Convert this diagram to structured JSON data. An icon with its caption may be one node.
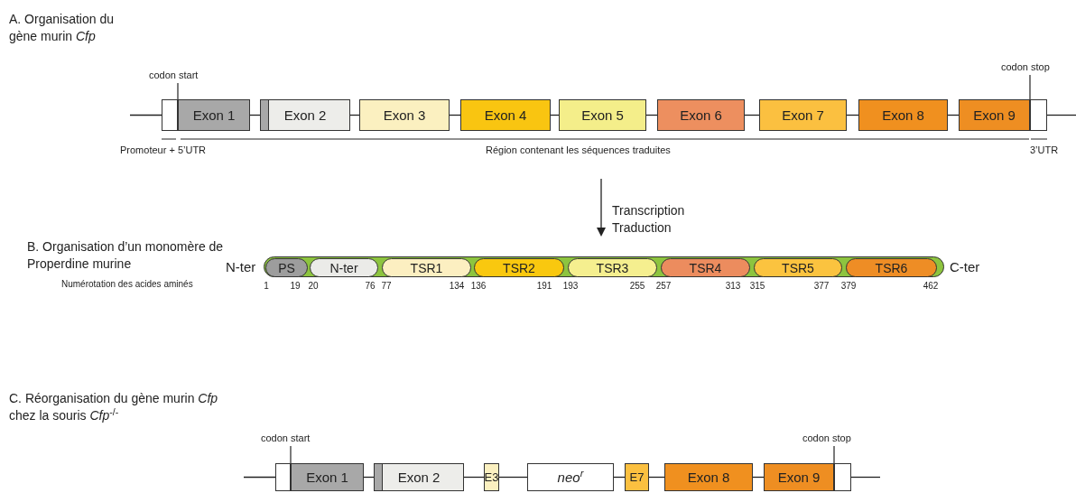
{
  "diagram": {
    "nodes": [
      {
        "text": [],
        "shape": "box"
      },
      {
        "text": [
          "Exon 1"
        ]
      },
      {
        "text": [
          "Exon 2"
        ]
      },
      {
        "text": [
          "Exon 3"
        ]
      },
      {
        "text": [
          "Exon 4"
        ]
      },
      {
        "text": [
          "Exon 5"
        ]
      },
      {
        "text": [
          "Exon 6"
        ]
      },
      {
        "text": [
          "Exon 7"
        ]
      },
      {
        "text": [
          "Exon 8"
        ]
      },
      {
        "text": [
          "Exon 9"
        ]
      },
      {
        "text": [],
        "shape": "box"
      },
      {
        "text": [],
        "shape": "bar"
      },
      {
        "text": [
          "PS"
        ],
        "in": 11
      },
      {
        "text": [
          "N-ter"
        ],
        "in": 11
      },
      {
        "text": [
          "TSR1"
        ],
        "in": 11
      },
      {
        "text": [
          "TSR2"
        ],
        "in": 11
      },
      {
        "text": [
          "TSR3"
        ],
        "in": 11
      },
      {
        "text": [
          "TSR4"
        ],
        "in": 11
      },
      {
        "text": [
          "TSR5"
        ],
        "in": 11
      },
      {
        "text": [
          "TSR6"
        ],
        "in": 11
      },
      {
        "text": [],
        "shape": "box"
      },
      {
        "text": [
          "Exon 1"
        ]
      },
      {
        "text": [
          "Exon 2"
        ]
      },
      {
        "text": [
          "E3"
        ]
      },
      {
        "text": [
          "neo$^{r}$"
        ]
      },
      {
        "text": [
          "E7"
        ]
      },
      {
        "text": [
          "Exon 8"
        ]
      },
      {
        "text": [
          "Exon 9"
        ]
      },
      {
        "text": [],
        "shape": "box"
      },
      {
        "text": [
          "codon start"
        ]
      },
      {
        "text": [
          "codon stop"
        ]
      },
      {
        "text": [
          "codon start"
        ]
      },
      {
        "text": [
          "codon stop"
        ]
      }
    ],
    "edges": [
      {
        "from": null,
        "to": 0,
        "arrow": "none"
      },
      {
        "from": 1,
        "to": 2,
        "arrow": "none"
      },
      {
        "from": 2,
        "to": 3,
        "arrow": "none"
      },
      {
        "from": 3,
        "to": 4,
        "arrow": "none"
      },
      {
        "from": 4,
        "to": 5,
        "arrow": "none"
      },
      {
        "from": 5,
        "to": 6,
        "arrow": "none"
      },
      {
        "from": 6,
        "to": 7,
        "arrow": "none"
      },
      {
        "from": 7,
        "to": 8,
        "arrow": "none"
      },
      {
        "from": 8,
        "to": 9,
        "arrow": "none"
      },
      {
        "from": 10,
        "to": null,
        "arrow": "none"
      },
      {
        "from": null,
        "to": 20,
        "arrow": "none"
      },
      {
        "from": 21,
        "to": 22,
        "arrow": "none"
      },
      {
        "from": 22,
        "to": 23,
        "arrow": "none"
      },
      {
        "from": 23,
        "to": 24,
        "arrow": "none"
      },
      {
        "from": 24,
        "to": 25,
        "arrow": "none"
      },
      {
        "from": 25,
        "to": 26,
        "arrow": "none"
      },
      {
        "from": 26,
        "to": 27,
        "arrow": "none"
      },
      {
        "from": 28,
        "to": null,
        "arrow": "none"
      },
      {
        "from": 29,
        "to": 0,
        "arrow": "none"
      },
      {
        "from": 30,
        "to": 10,
        "arrow": "none"
      },
      {
        "from": 31,
        "to": 20,
        "arrow": "none"
      },
      {
        "from": 32,
        "to": 28,
        "arrow": "none"
      }
    ],
    "labels": [
      "A. Organisation du gène murin *Cfp*",
      "Promoteur + 5’UTR",
      "Région contenant les séquences traduites",
      "3’UTR",
      "Transcription Traduction",
      "B. Organisation d’un monomère de Properdine murine",
      "N-ter",
      "C-ter",
      "Numérotation des acides aminés",
      "1",
      "19",
      "20",
      "76",
      "77",
      "134",
      "136",
      "191",
      "193",
      "255",
      "257",
      "313",
      "315",
      "377",
      "379",
      "462",
      "C. Réorganisation du gène murin *Cfp* chez la souris *Cfp*$^{-/-}$"
    ]
  }
}
